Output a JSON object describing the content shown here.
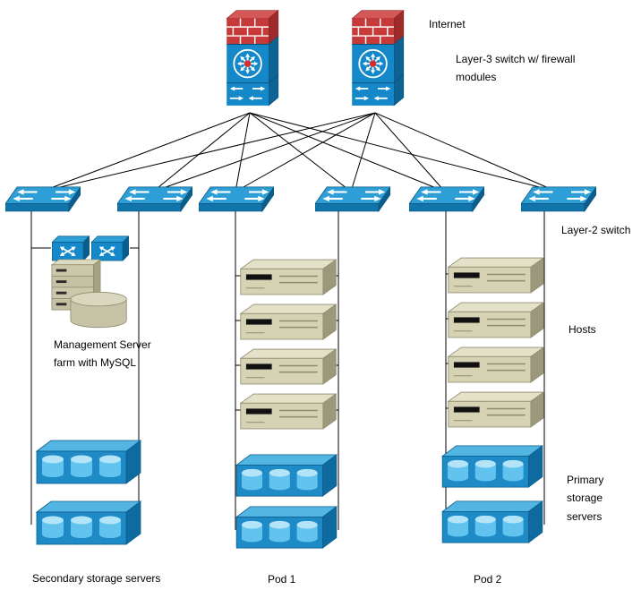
{
  "labels": {
    "internet": "Internet",
    "layer3_switch": "Layer-3 switch w/ firewall modules",
    "layer2_switch": "Layer-2 switch",
    "hosts": "Hosts",
    "primary_storage": "Primary storage servers",
    "secondary_storage": "Secondary storage servers",
    "management_farm": "Management Server farm with MySQL",
    "pod1": "Pod 1",
    "pod2": "Pod 2"
  },
  "topology": {
    "layer3_firewall_switches": 2,
    "layer2_switches": 6,
    "pods": [
      {
        "name": "Pod 1",
        "hosts": 4,
        "storage_servers": 2
      },
      {
        "name": "Pod 2",
        "hosts": 4,
        "storage_servers": 2
      }
    ],
    "management_cluster": {
      "mini_switches": 2,
      "server_stacks": 1,
      "databases": 1,
      "secondary_storage_servers": 2
    }
  },
  "colors": {
    "switch_blue": "#1488C8",
    "switch_blue_top": "#2E9FD6",
    "switch_blue_dark": "#0B5E8C",
    "firewall_red": "#C63A3A",
    "host_tan": "#D6D2B4",
    "storage_blue": "#1E8AC6",
    "beige": "#CBC8AC",
    "line": "#000000",
    "background": "#FFFFFF"
  }
}
